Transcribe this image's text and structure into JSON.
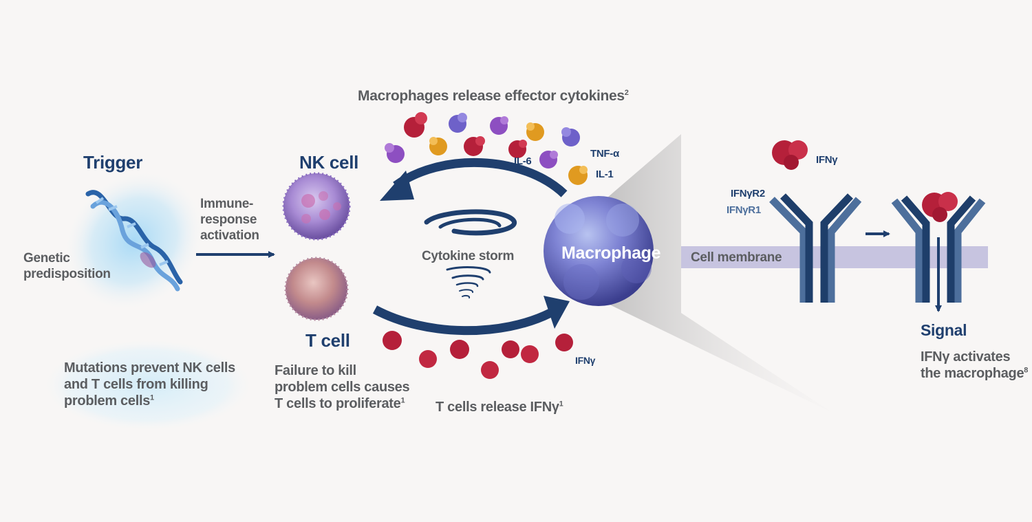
{
  "top_label": {
    "text": "Macrophages release effector cytokines",
    "ref": "2"
  },
  "trigger": {
    "title": "Trigger",
    "genetic_line1": "Genetic",
    "genetic_line2": "predisposition",
    "mutations_line1": "Mutations prevent NK cells",
    "mutations_line2": "and T cells from killing",
    "mutations_line3": "problem cells",
    "mutations_ref": "1"
  },
  "activation": {
    "line1": "Immune-",
    "line2": "response",
    "line3": "activation"
  },
  "nk_cell": {
    "title": "NK cell"
  },
  "t_cell": {
    "title": "T cell",
    "failure_line1": "Failure to kill",
    "failure_line2": "problem cells causes",
    "failure_line3": "T cells to proliferate",
    "failure_ref": "1"
  },
  "storm": {
    "label": "Cytokine storm"
  },
  "macrophage": {
    "label": "Macrophage"
  },
  "cytokines": {
    "il6": "IL-6",
    "tnf": "TNF-α",
    "il1": "IL-1",
    "ifng_bottom": "IFNγ"
  },
  "t_release": {
    "text": "T cells release IFNγ",
    "ref": "1"
  },
  "receptor": {
    "ifng": "IFNγ",
    "r2": "IFNγR2",
    "r1": "IFNγR1",
    "membrane": "Cell membrane",
    "signal": "Signal",
    "activates_line1": "IFNγ activates",
    "activates_line2": "the macrophage",
    "activates_ref": "8"
  },
  "colors": {
    "navy": "#1f3f6e",
    "gray_text": "#5b5d60",
    "membrane": "#c7c4e0",
    "receptor_dark": "#1e3e6a",
    "receptor_light": "#4d6f9c",
    "ifng_red": "#b5203a",
    "il6_purple": "#8d4fc1",
    "tnf_violet": "#6e61c9",
    "il1_orange": "#e09a20"
  }
}
